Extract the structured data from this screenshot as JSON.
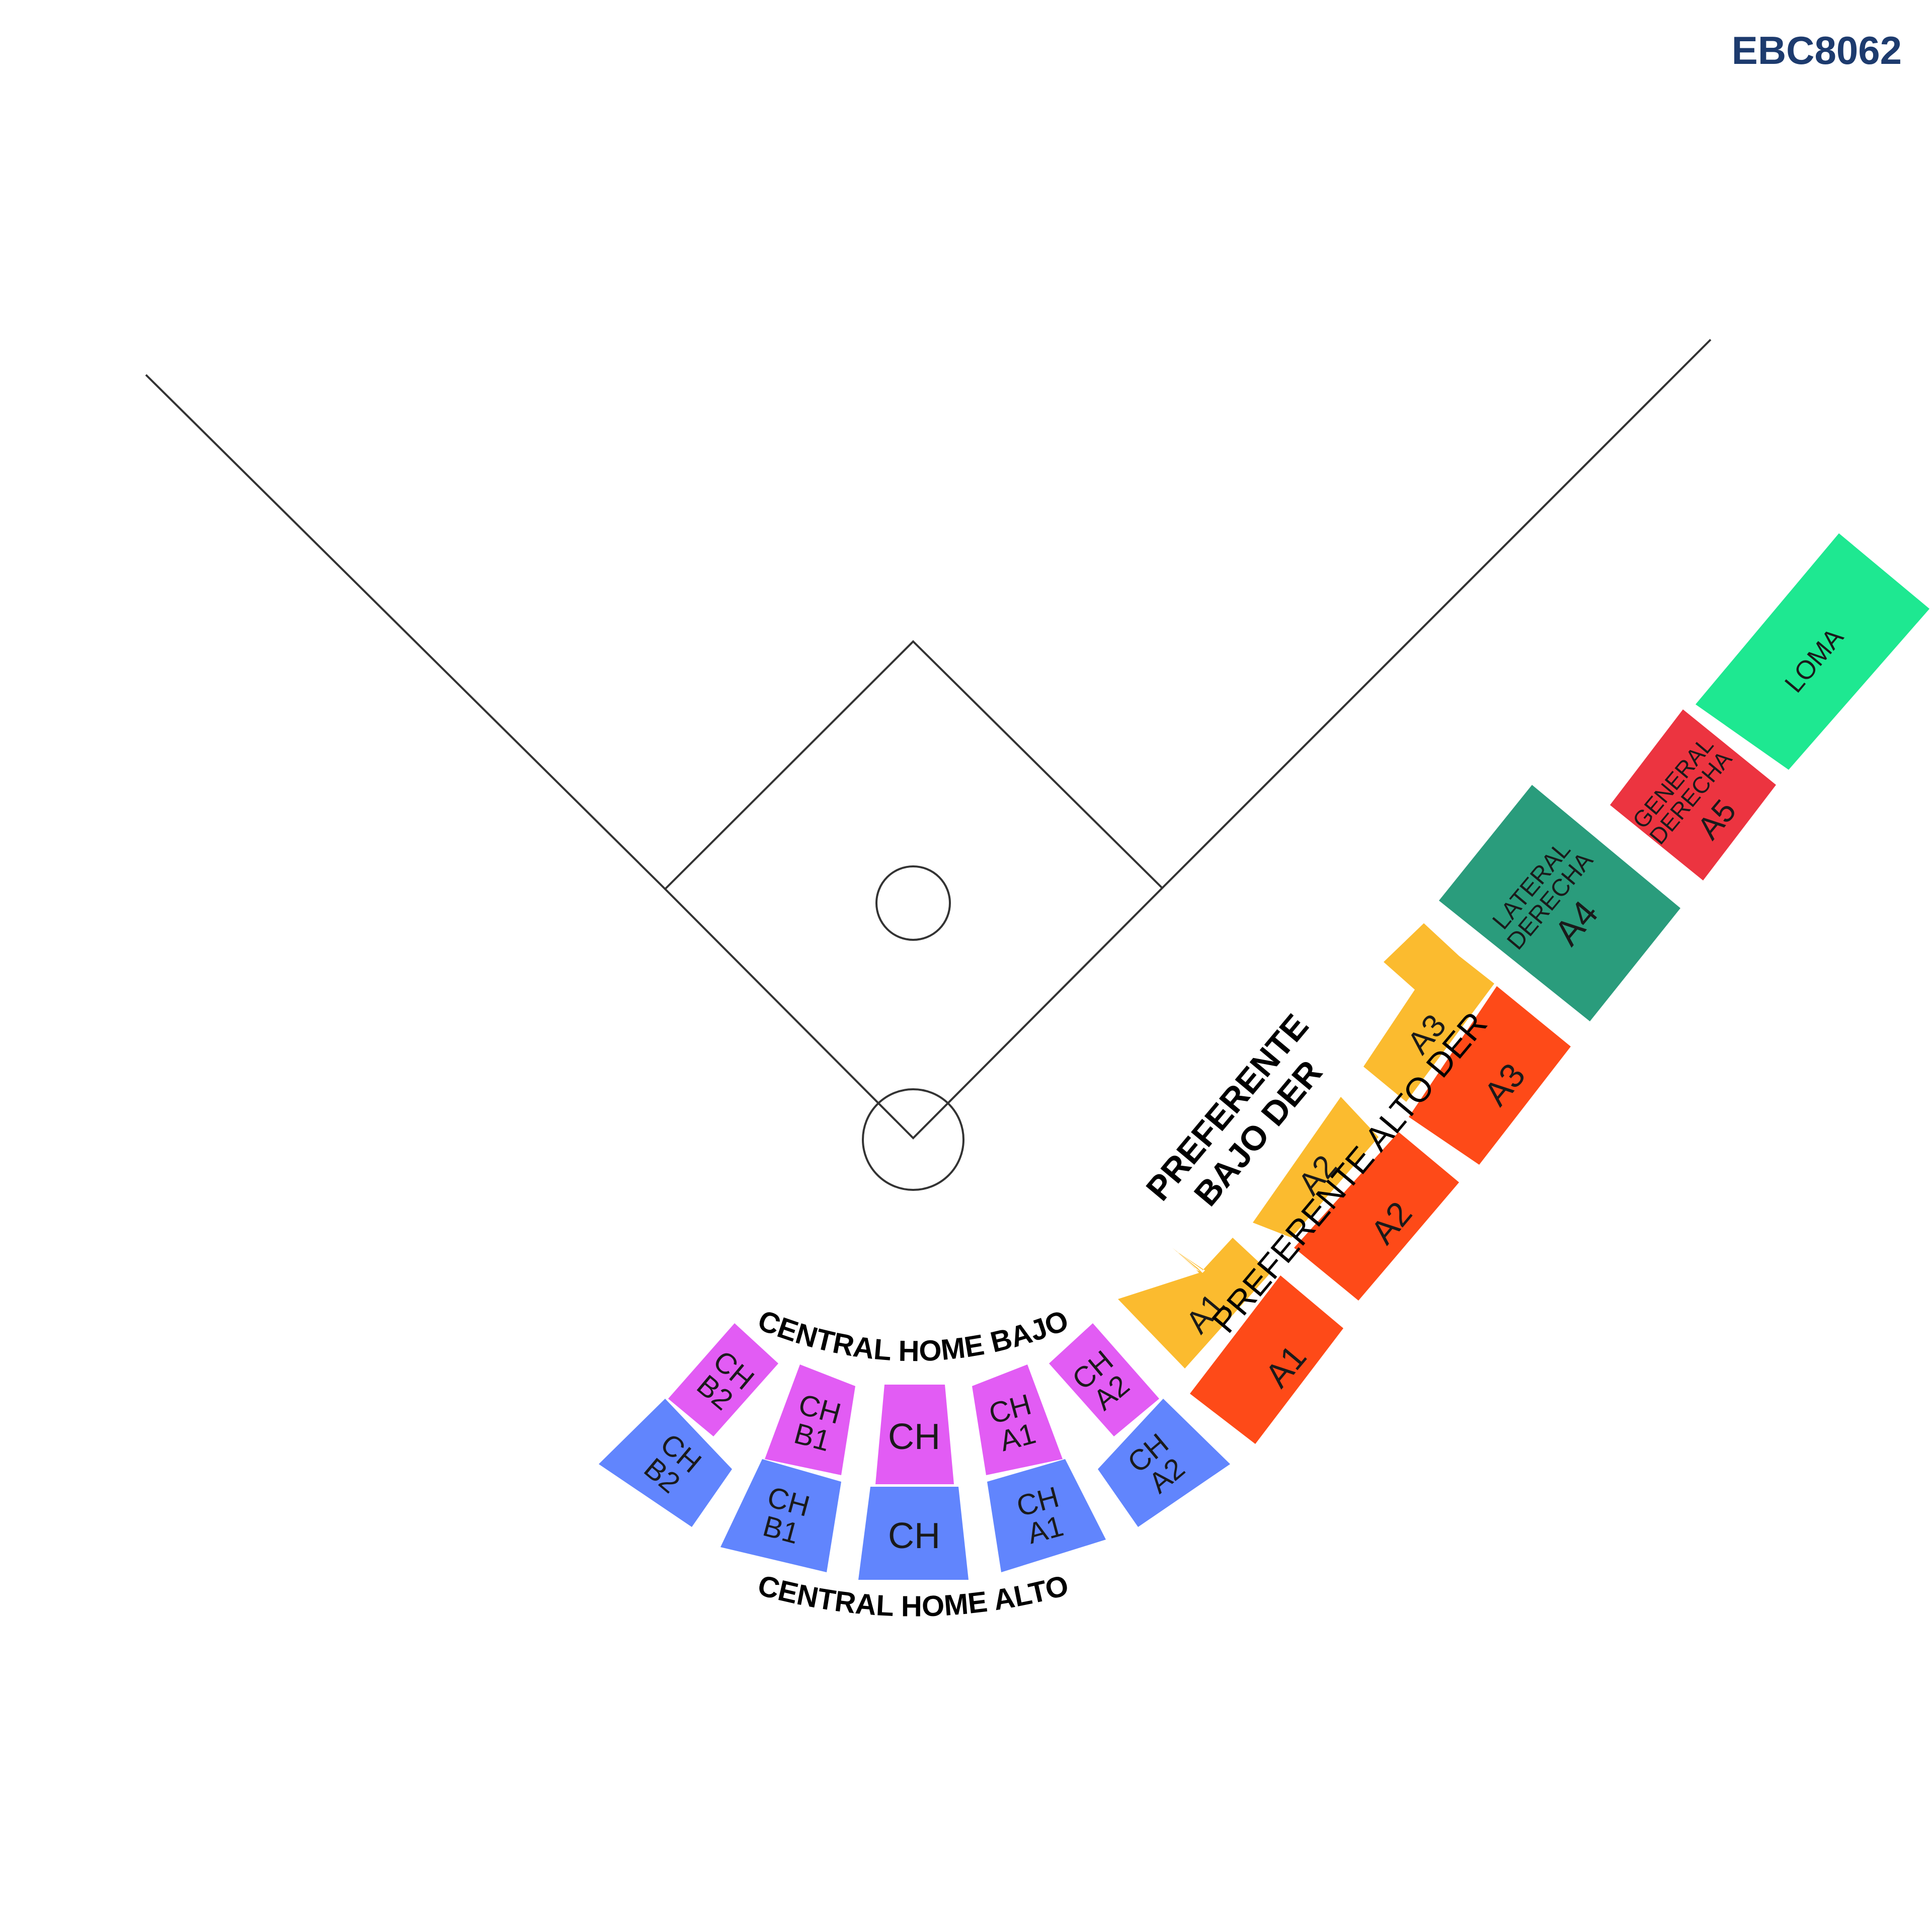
{
  "venue_code": "EBC8062",
  "colors": {
    "code_text": "#1d3b6e",
    "field_line": "#333333",
    "central_bajo": "#e25cf4",
    "central_alto": "#6185fd",
    "preferente_bajo": "#fbbb2f",
    "preferente_alto": "#fe4a18",
    "lateral": "#2a9c7c",
    "general": "#ec3440",
    "loma": "#1ee891",
    "label_text": "#000000",
    "section_text": "#1a1a1a"
  },
  "labels": {
    "central_home_bajo": "CENTRAL HOME BAJO",
    "central_home_alto": "CENTRAL HOME ALTO",
    "preferente_bajo_line1": "PREFERENTE",
    "preferente_bajo_line2": "BAJO DER",
    "preferente_alto": "PREFERENTE ALTO DER"
  },
  "sections": {
    "chb_b2": [
      "CH",
      "B2"
    ],
    "chb_b1": [
      "CH",
      "B1"
    ],
    "chb_ch": [
      "CH"
    ],
    "chb_a1": [
      "CH",
      "A1"
    ],
    "chb_a2": [
      "CH",
      "A2"
    ],
    "cha_b2": [
      "CH",
      "B2"
    ],
    "cha_b1": [
      "CH",
      "B1"
    ],
    "cha_ch": [
      "CH"
    ],
    "cha_a1": [
      "CH",
      "A1"
    ],
    "cha_a2": [
      "CH",
      "A2"
    ],
    "pb_a1": [
      "A1"
    ],
    "pb_a2": [
      "A2"
    ],
    "pb_a3": [
      "A3"
    ],
    "pa_a1": [
      "A1"
    ],
    "pa_a2": [
      "A2"
    ],
    "pa_a3": [
      "A3"
    ],
    "lateral": [
      "LATERAL",
      "DERECHA",
      "A4"
    ],
    "general": [
      "GENERAL",
      "DERECHA",
      "A5"
    ],
    "loma": [
      "LOMA"
    ]
  }
}
